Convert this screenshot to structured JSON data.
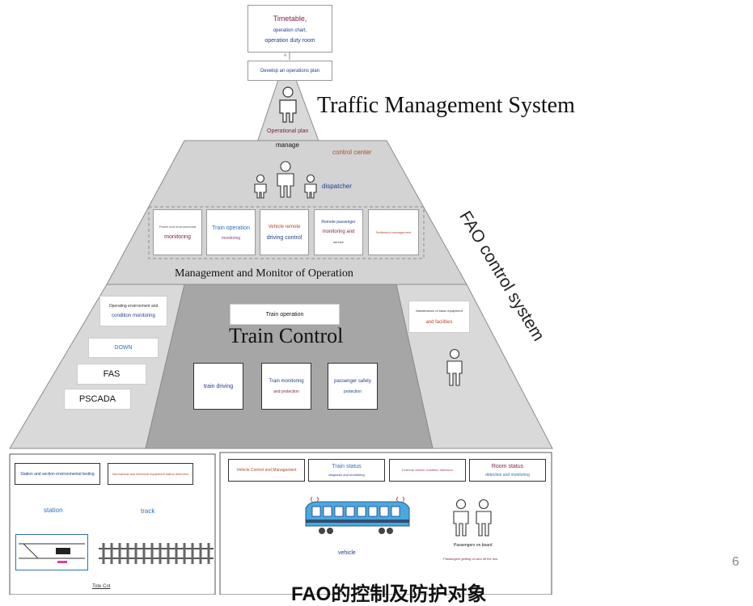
{
  "top": {
    "box1": {
      "line1": "Timetable,",
      "line2": "operation chart,",
      "line3": "operation duty room"
    },
    "arrow_label": "A",
    "box2": "Develop an operations plan",
    "title": "Traffic Management System",
    "op_plan": "Operational plan",
    "manage": "manage"
  },
  "middle": {
    "control_center": "control center",
    "dispatcher": "dispatcher",
    "fao_label": "FAO control system",
    "boxes": [
      {
        "line1": "Power and environmental",
        "line2": "monitoring",
        "color1": "#555555",
        "color2": "#7a1f4b"
      },
      {
        "line1": "Train operation",
        "line2": "monitoring",
        "color1": "#2f6fbf",
        "color2": "#9b3d6d"
      },
      {
        "line1": "Vehicle remote",
        "line2": "driving control",
        "color1": "#b0472b",
        "color2": "#1f3c8a"
      },
      {
        "line1": "Remote passenger",
        "line2": "monitoring and",
        "line3": "service",
        "color1": "#1f3c8a",
        "color2": "#7a1f4b"
      },
      {
        "line1": "Settlement management",
        "color1": "#b0472b"
      }
    ],
    "mmo_title": "Management and Monitor of Operation"
  },
  "lower": {
    "left": {
      "env_box": {
        "line1": "Operating environment and",
        "line2": "condition monitoring"
      },
      "down": "DOWN",
      "fas": "FAS",
      "pscada": "PSCADA"
    },
    "center": {
      "train_operation": "Train operation",
      "title": "Train Control",
      "boxes": [
        {
          "line1": "train driving"
        },
        {
          "line1": "Train monitoring",
          "line2": "and protection"
        },
        {
          "line1": "passenger safety",
          "line2": "protection"
        }
      ]
    },
    "right": {
      "maint": {
        "line1": "Maintenance of basic equipment",
        "line2": "and facilities"
      }
    }
  },
  "bottom": {
    "left": {
      "box1": "Station and section environmental testing",
      "box2": "Mechanical and electrical equipment status detection",
      "station": "station",
      "track": "track",
      "caption": "Tote Cot"
    },
    "right": {
      "boxes": [
        {
          "line1": "Vehicle Control and Management"
        },
        {
          "line1": "Train status",
          "line2": "diagnosis and monitoring"
        },
        {
          "line1": "External vehicle condition detection"
        },
        {
          "line1": "Room status",
          "line2": "detection and monitoring"
        }
      ],
      "vehicle": "vehicle",
      "passengers_on_board": "Passengers on board",
      "passengers_getting": "Passengers getting on and off the bus"
    },
    "title": "FAO的控制及防护对象"
  },
  "page_number": "6"
}
